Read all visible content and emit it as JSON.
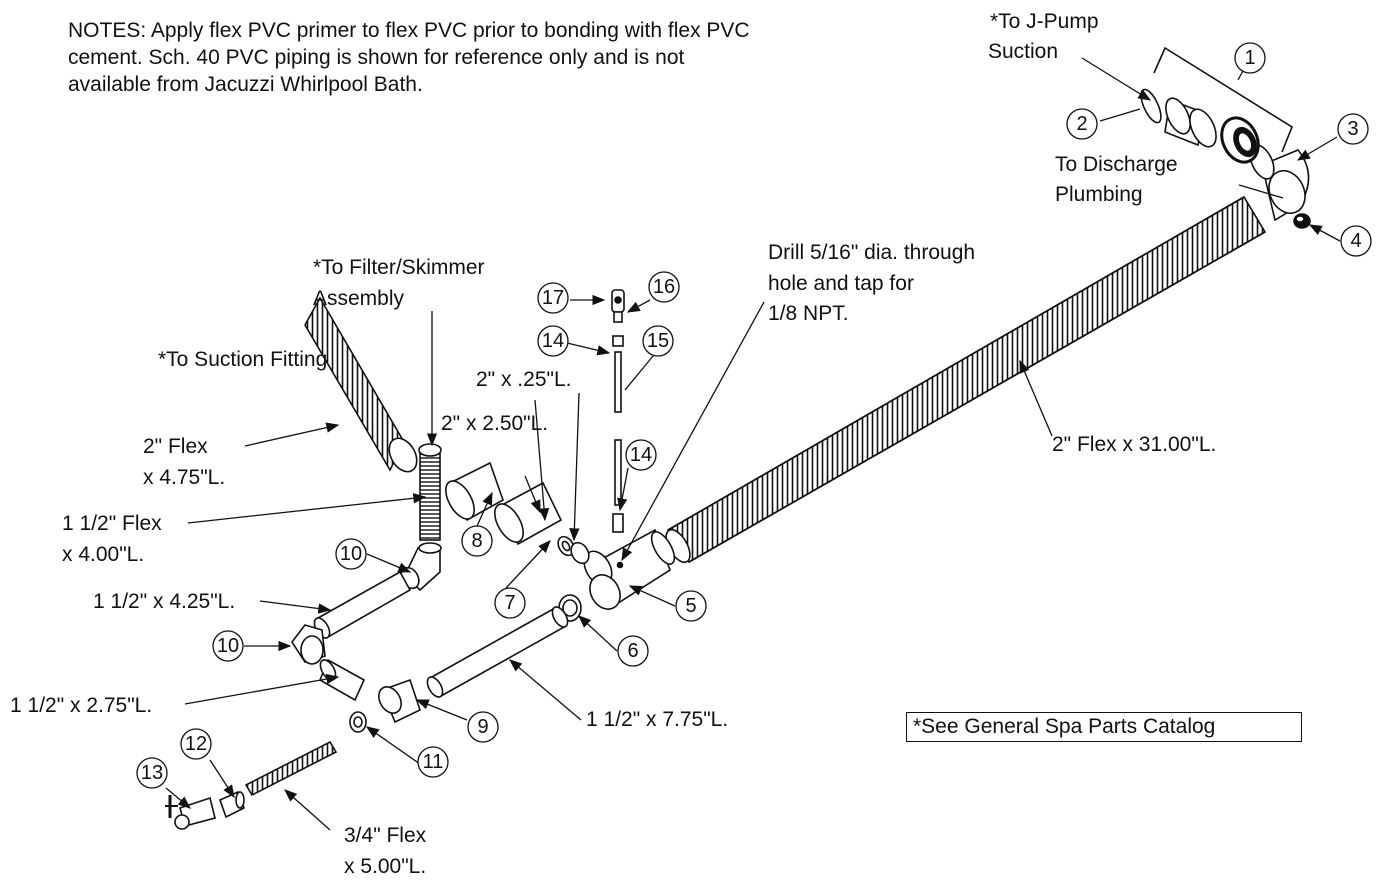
{
  "notes": {
    "line1": "NOTES:  Apply flex PVC primer to flex PVC prior to bonding with flex PVC",
    "line2": "cement.  Sch. 40 PVC piping is shown for reference only and is not",
    "line3": "available from Jacuzzi Whirlpool Bath."
  },
  "labels": {
    "to_jpump_1": "*To J-Pump",
    "to_jpump_2": "Suction",
    "to_discharge_1": "To Discharge",
    "to_discharge_2": "Plumbing",
    "drill_1": "Drill 5/16\" dia. through",
    "drill_2": "hole and tap for",
    "drill_3": "1/8 NPT.",
    "filter_1": "*To Filter/Skimmer",
    "filter_2": "Assembly",
    "suction_fitting": "*To Suction Fitting",
    "flex2_1": "2\" Flex",
    "flex2_2": "x 4.75\"L.",
    "flex15_1": "1 1/2\" Flex",
    "flex15_2": "x 4.00\"L.",
    "pipe_425": "1 1/2\" x 4.25\"L.",
    "pipe_275": "1 1/2\" x 2.75\"L.",
    "pipe_775": "1 1/2\" x 7.75\"L.",
    "pipe_025": "2\" x .25\"L.",
    "pipe_250": "2\" x 2.50\"L.",
    "flex_long": "2\" Flex x 31.00\"L.",
    "flex34_1": "3/4\" Flex",
    "flex34_2": "x 5.00\"L."
  },
  "callouts": [
    "1",
    "2",
    "3",
    "4",
    "5",
    "6",
    "7",
    "8",
    "9",
    "10",
    "10",
    "11",
    "12",
    "13",
    "14",
    "14",
    "15",
    "16",
    "17"
  ],
  "catalog_note": "*See General Spa Parts Catalog"
}
